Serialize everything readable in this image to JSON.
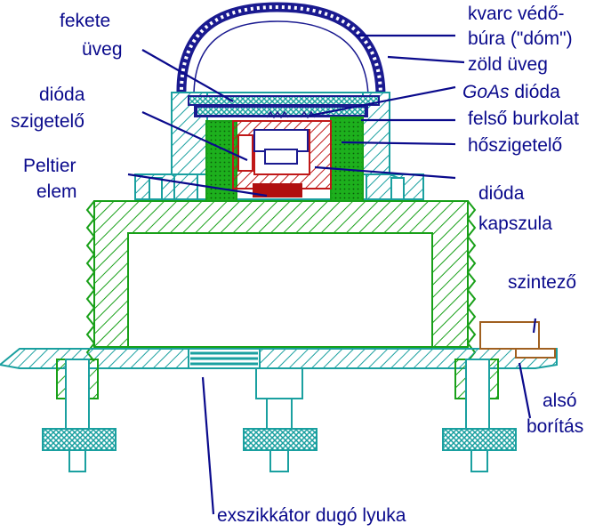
{
  "labels": {
    "fekete_1": "fekete",
    "fekete_2": "üveg",
    "kvarc_1": "kvarc védő-",
    "kvarc_2": "búra (\"dóm\")",
    "zold": "zöld üveg",
    "dioda_szig_1": "dióda",
    "dioda_szig_2": "szigetelő",
    "goas_italic": "GoAs",
    "goas_rest": " dióda",
    "felso": "felső burkolat",
    "hoszig": "hőszigetelő",
    "peltier_1": "Peltier",
    "peltier_2": "elem",
    "kapszula_1": "dióda",
    "kapszula_2": "kapszula",
    "szintezo": "szintező",
    "also_1": "alsó",
    "also_2": "borítás",
    "exszikkator": "exszikkátor dugó lyuka"
  },
  "colors": {
    "label_text": "#0a0a8c",
    "leader_line": "#0a0a8c",
    "base_cyan": "#1aa0a0",
    "housing_green": "#18a018",
    "diode_red": "#c01818",
    "dome_blue": "#1a1a90",
    "level_brown": "#a06020"
  }
}
